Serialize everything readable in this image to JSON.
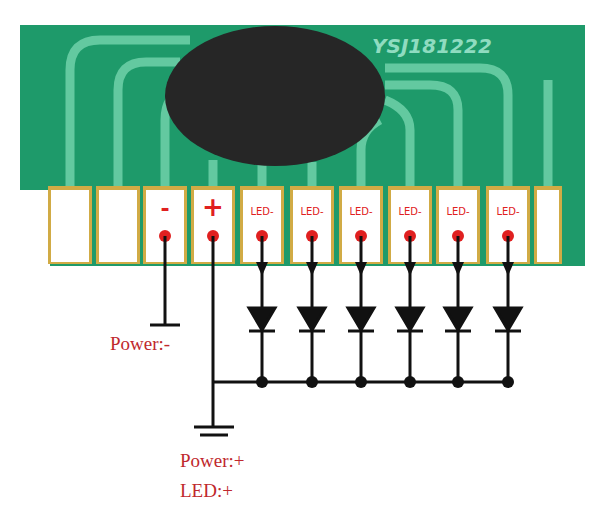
{
  "diagram": {
    "nodes": [
      {
        "text": [
          "-"
        ]
      },
      {
        "text": [
          "+"
        ]
      },
      {
        "text": [
          "LED-"
        ]
      },
      {
        "text": [
          "LED-"
        ]
      },
      {
        "text": [
          "LED-"
        ]
      },
      {
        "text": [
          "LED-"
        ]
      },
      {
        "text": [
          "LED-"
        ]
      },
      {
        "text": [
          "LED-"
        ]
      }
    ],
    "labels": [
      "YSJ181222",
      "Power:-",
      "Power:+",
      "LED:+"
    ]
  }
}
